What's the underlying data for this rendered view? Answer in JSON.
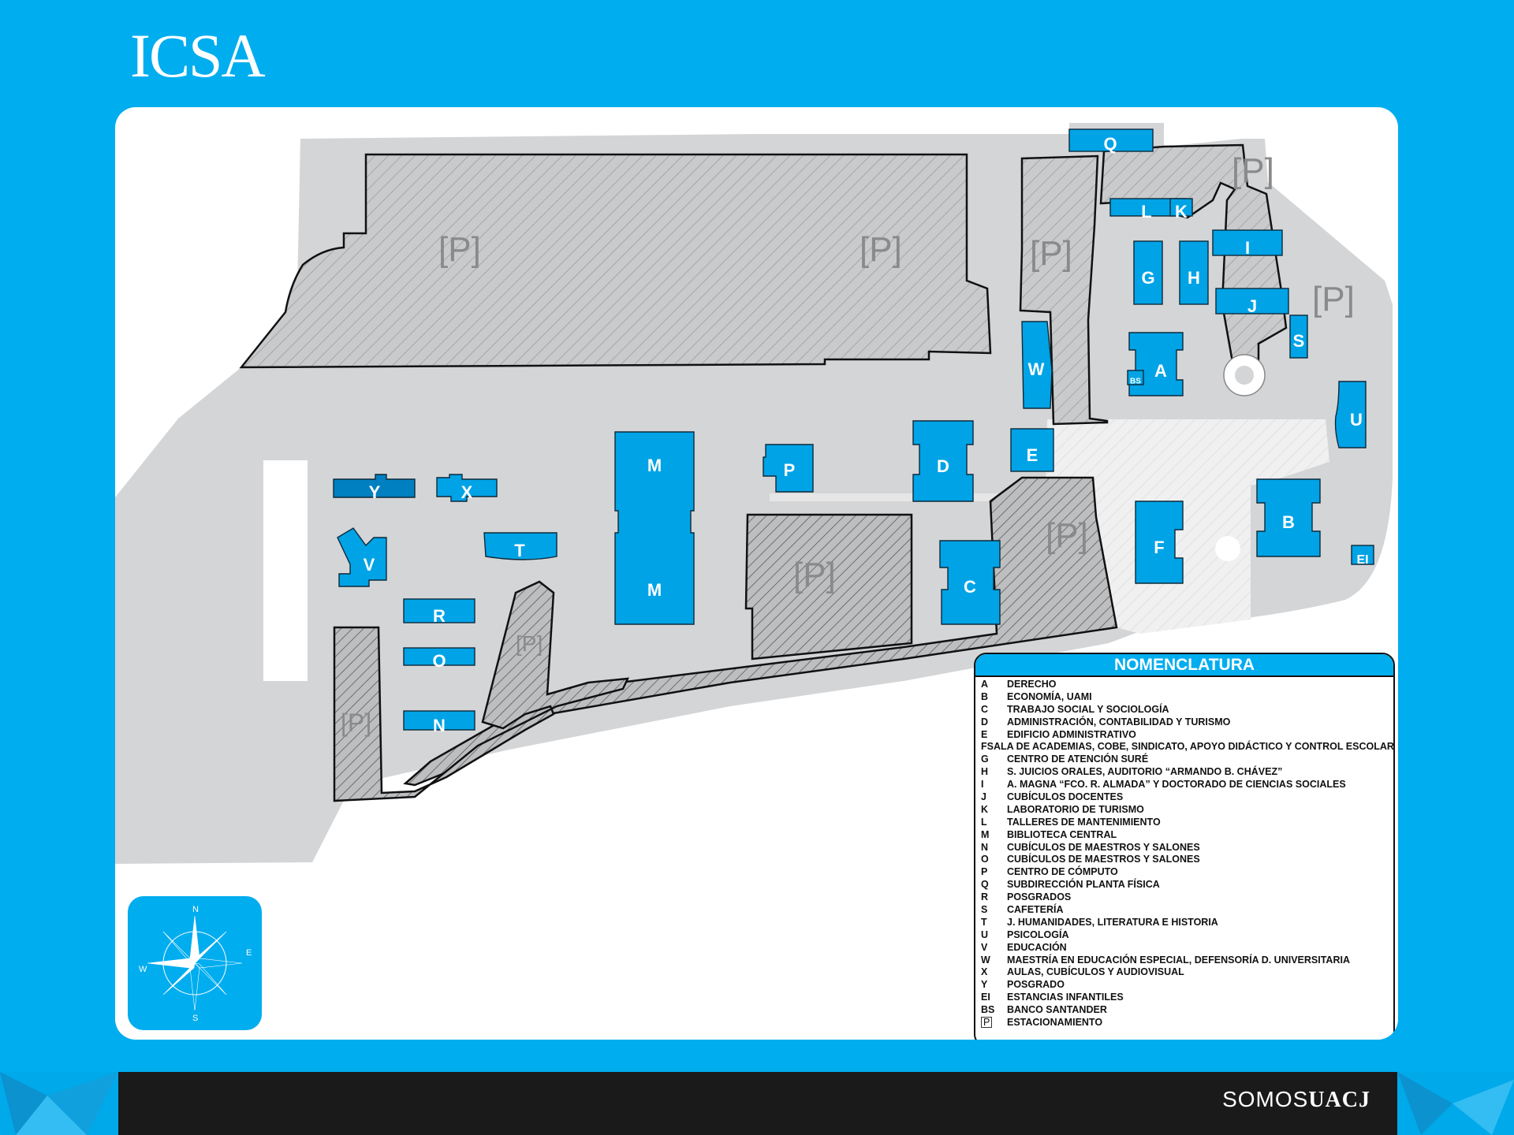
{
  "header": {
    "logo": "ICSA"
  },
  "map": {
    "buildings": [
      {
        "label": "Q"
      },
      {
        "label": "L"
      },
      {
        "label": "K"
      },
      {
        "label": "I"
      },
      {
        "label": "G"
      },
      {
        "label": "H"
      },
      {
        "label": "J"
      },
      {
        "label": "S"
      },
      {
        "label": "W"
      },
      {
        "label": "A"
      },
      {
        "label": "BS"
      },
      {
        "label": "U"
      },
      {
        "label": "E"
      },
      {
        "label": "D"
      },
      {
        "label": "P"
      },
      {
        "label": "M"
      },
      {
        "label": "M"
      },
      {
        "label": "Y"
      },
      {
        "label": "X"
      },
      {
        "label": "T"
      },
      {
        "label": "V"
      },
      {
        "label": "R"
      },
      {
        "label": "O"
      },
      {
        "label": "N"
      },
      {
        "label": "C"
      },
      {
        "label": "F"
      },
      {
        "label": "B"
      },
      {
        "label": "EI"
      }
    ],
    "parking_symbol": "P"
  },
  "legend": {
    "title": "NOMENCLATURA",
    "items": [
      {
        "code": "A",
        "text": "DERECHO"
      },
      {
        "code": "B",
        "text": "ECONOMÍA, UAMI"
      },
      {
        "code": "C",
        "text": "TRABAJO SOCIAL Y SOCIOLOGÍA"
      },
      {
        "code": "D",
        "text": "ADMINISTRACIÓN, CONTABILIDAD Y TURISMO"
      },
      {
        "code": "E",
        "text": "EDIFICIO ADMINISTRATIVO"
      },
      {
        "code": "F",
        "text": "SALA DE ACADEMIAS, COBE, SINDICATO, APOYO DIDÁCTICO Y CONTROL ESCOLAR"
      },
      {
        "code": "G",
        "text": "CENTRO DE ATENCIÓN SURÉ"
      },
      {
        "code": "H",
        "text": "S. JUICIOS ORALES, AUDITORIO “ARMANDO B. CHÁVEZ”"
      },
      {
        "code": "I",
        "text": "A. MAGNA “FCO. R. ALMADA” Y DOCTORADO DE CIENCIAS SOCIALES"
      },
      {
        "code": "J",
        "text": "CUBÍCULOS DOCENTES"
      },
      {
        "code": "K",
        "text": "LABORATORIO DE TURISMO"
      },
      {
        "code": "L",
        "text": "TALLERES DE MANTENIMIENTO"
      },
      {
        "code": "M",
        "text": "BIBLIOTECA CENTRAL"
      },
      {
        "code": "N",
        "text": "CUBÍCULOS DE MAESTROS Y SALONES"
      },
      {
        "code": "O",
        "text": "CUBÍCULOS DE MAESTROS Y SALONES"
      },
      {
        "code": "P",
        "text": "CENTRO DE CÓMPUTO"
      },
      {
        "code": "Q",
        "text": "SUBDIRECCIÓN PLANTA FÍSICA"
      },
      {
        "code": "R",
        "text": "POSGRADOS"
      },
      {
        "code": "S",
        "text": "CAFETERÍA"
      },
      {
        "code": "T",
        "text": "J. HUMANIDADES, LITERATURA E HISTORIA"
      },
      {
        "code": "U",
        "text": "PSICOLOGÍA"
      },
      {
        "code": "V",
        "text": "EDUCACIÓN"
      },
      {
        "code": "W",
        "text": "MAESTRÍA EN EDUCACIÓN ESPECIAL, DEFENSORÍA D. UNIVERSITARIA"
      },
      {
        "code": "X",
        "text": "AULAS, CUBÍCULOS Y AUDIOVISUAL"
      },
      {
        "code": "Y",
        "text": "POSGRADO"
      },
      {
        "code": "EI",
        "text": "ESTANCIAS INFANTILES"
      },
      {
        "code": "BS",
        "text": "BANCO SANTANDER"
      },
      {
        "code": "P",
        "text": "ESTACIONAMIENTO",
        "boxed": true
      }
    ]
  },
  "compass": {
    "n": "N",
    "e": "E",
    "s": "S",
    "w": "W"
  },
  "footer": {
    "brand_light": "SOMOS",
    "brand_bold": "UACJ"
  },
  "colors": {
    "background": "#00adef",
    "building": "#00a3e6",
    "ground": "#d4d5d7",
    "footer": "#1a1a1a"
  }
}
